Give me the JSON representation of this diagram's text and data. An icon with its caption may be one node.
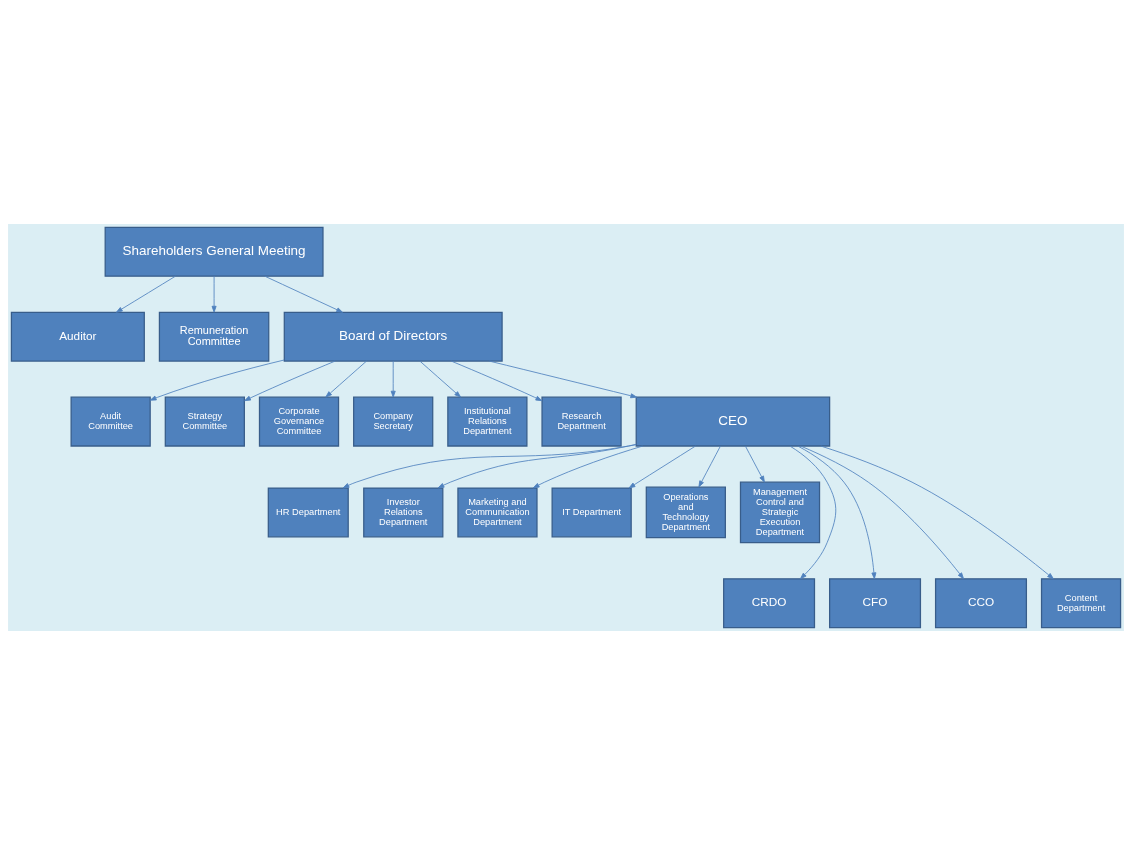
{
  "diagram": {
    "nodes": [
      {
        "text": [
          "Shareholders General Meeting"
        ]
      },
      {
        "text": [
          "Auditor"
        ]
      },
      {
        "text": [
          "Remuneration Committee"
        ]
      },
      {
        "text": [
          "Board of Directors"
        ]
      },
      {
        "text": [
          "Audit Committee"
        ]
      },
      {
        "text": [
          "Strategy Committee"
        ]
      },
      {
        "text": [
          "Corporate Governance Committee"
        ]
      },
      {
        "text": [
          "Company Secretary"
        ]
      },
      {
        "text": [
          "Institutional Relations Department"
        ]
      },
      {
        "text": [
          "Research Department"
        ]
      },
      {
        "text": [
          "CEO"
        ]
      },
      {
        "text": [
          "HR Department"
        ]
      },
      {
        "text": [
          "Investor Relations Department"
        ]
      },
      {
        "text": [
          "Marketing and Communication Department"
        ]
      },
      {
        "text": [
          "IT Department"
        ]
      },
      {
        "text": [
          "Operations and Technology Department"
        ]
      },
      {
        "text": [
          "Management Control and Strategic Execution Department"
        ]
      },
      {
        "text": [
          "CRDO"
        ]
      },
      {
        "text": [
          "CFO"
        ]
      },
      {
        "text": [
          "CCO"
        ]
      },
      {
        "text": [
          "Content Department"
        ]
      }
    ],
    "edges": [
      {
        "from": 0,
        "to": 1,
        "arrow": "to"
      },
      {
        "from": 0,
        "to": 3,
        "arrow": "to"
      },
      {
        "from": 0,
        "to": 2,
        "arrow": "to"
      },
      {
        "from": 3,
        "to": 4,
        "arrow": "to"
      },
      {
        "from": 3,
        "to": 5,
        "arrow": "to"
      },
      {
        "from": 3,
        "to": 6,
        "arrow": "to"
      },
      {
        "from": 3,
        "to": 10,
        "arrow": "to"
      },
      {
        "from": 3,
        "to": 7,
        "arrow": "to"
      },
      {
        "from": 3,
        "to": 8,
        "arrow": "to"
      },
      {
        "from": 3,
        "to": 9,
        "arrow": "to"
      },
      {
        "from": 10,
        "to": 11,
        "arrow": "to"
      },
      {
        "from": 10,
        "to": 12,
        "arrow": "to"
      },
      {
        "from": 10,
        "to": 13,
        "arrow": "to"
      },
      {
        "from": 10,
        "to": 14,
        "arrow": "to"
      },
      {
        "from": 10,
        "to": 15,
        "arrow": "to"
      },
      {
        "from": 10,
        "to": 16,
        "arrow": "to"
      },
      {
        "from": 10,
        "to": 17,
        "arrow": "to"
      },
      {
        "from": 10,
        "to": 18,
        "arrow": "to"
      },
      {
        "from": 10,
        "to": 19,
        "arrow": "to"
      },
      {
        "from": 10,
        "to": 20,
        "arrow": "to"
      }
    ]
  }
}
